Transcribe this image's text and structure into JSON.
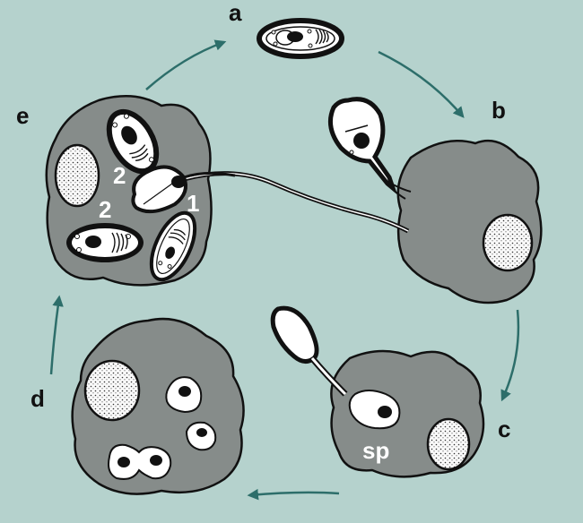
{
  "labels": {
    "a": "a",
    "b": "b",
    "c": "c",
    "d": "d",
    "e": "e",
    "sp": "sp",
    "two_upper": "2",
    "two_lower": "2",
    "one": "1"
  },
  "colors": {
    "background": "#b5d2cd",
    "host_cell": "#868c8a",
    "arrow": "#2d6e6a",
    "outline": "#111111"
  }
}
